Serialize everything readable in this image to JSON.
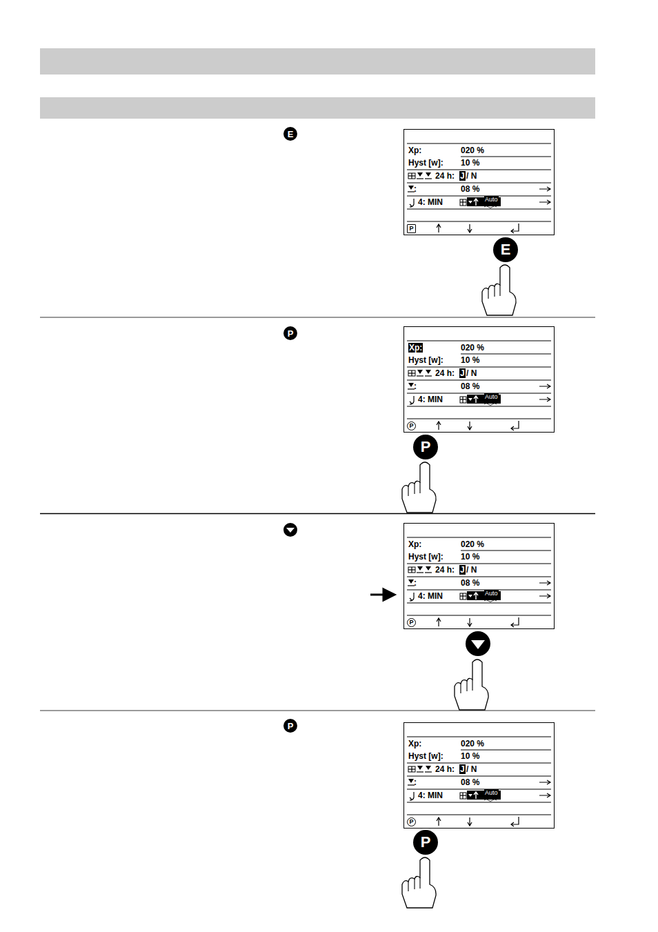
{
  "diagram": {
    "nodes": [
      {
        "text": [
          "E"
        ]
      },
      {
        "text": [
          "Xp:",
          "020 %",
          "Hyst [w]:",
          "10 %",
          "24 h:",
          "J",
          "/ N",
          ":",
          "08 %",
          "4: MIN",
          "Auto"
        ]
      },
      {
        "text": [
          "P"
        ],
        "in": 1
      },
      {
        "text": [
          "E"
        ]
      },
      {
        "text": [
          "P"
        ]
      },
      {
        "text": [
          "Xp:",
          "020 %",
          "Hyst [w]:",
          "10 %",
          "24 h:",
          "J",
          "/ N",
          ":",
          "08 %",
          "4: MIN",
          "Auto"
        ]
      },
      {
        "text": [
          "P"
        ],
        "in": 5
      },
      {
        "text": [
          "P"
        ]
      },
      {
        "text": [
          "Xp:",
          "020 %",
          "Hyst [w]:",
          "10 %",
          "24 h:",
          "J",
          "/ N",
          ":",
          "08 %",
          "4: MIN",
          "Auto"
        ]
      },
      {
        "text": [
          "P"
        ],
        "in": 8
      },
      {
        "text": [
          "P"
        ]
      },
      {
        "text": [
          "Xp:",
          "020 %",
          "Hyst [w]:",
          "10 %",
          "24 h:",
          "J",
          "/ N",
          ":",
          "08 %",
          "4: MIN",
          "Auto"
        ]
      },
      {
        "text": [
          "P"
        ],
        "in": 11
      },
      {
        "text": [
          "P"
        ]
      }
    ]
  }
}
